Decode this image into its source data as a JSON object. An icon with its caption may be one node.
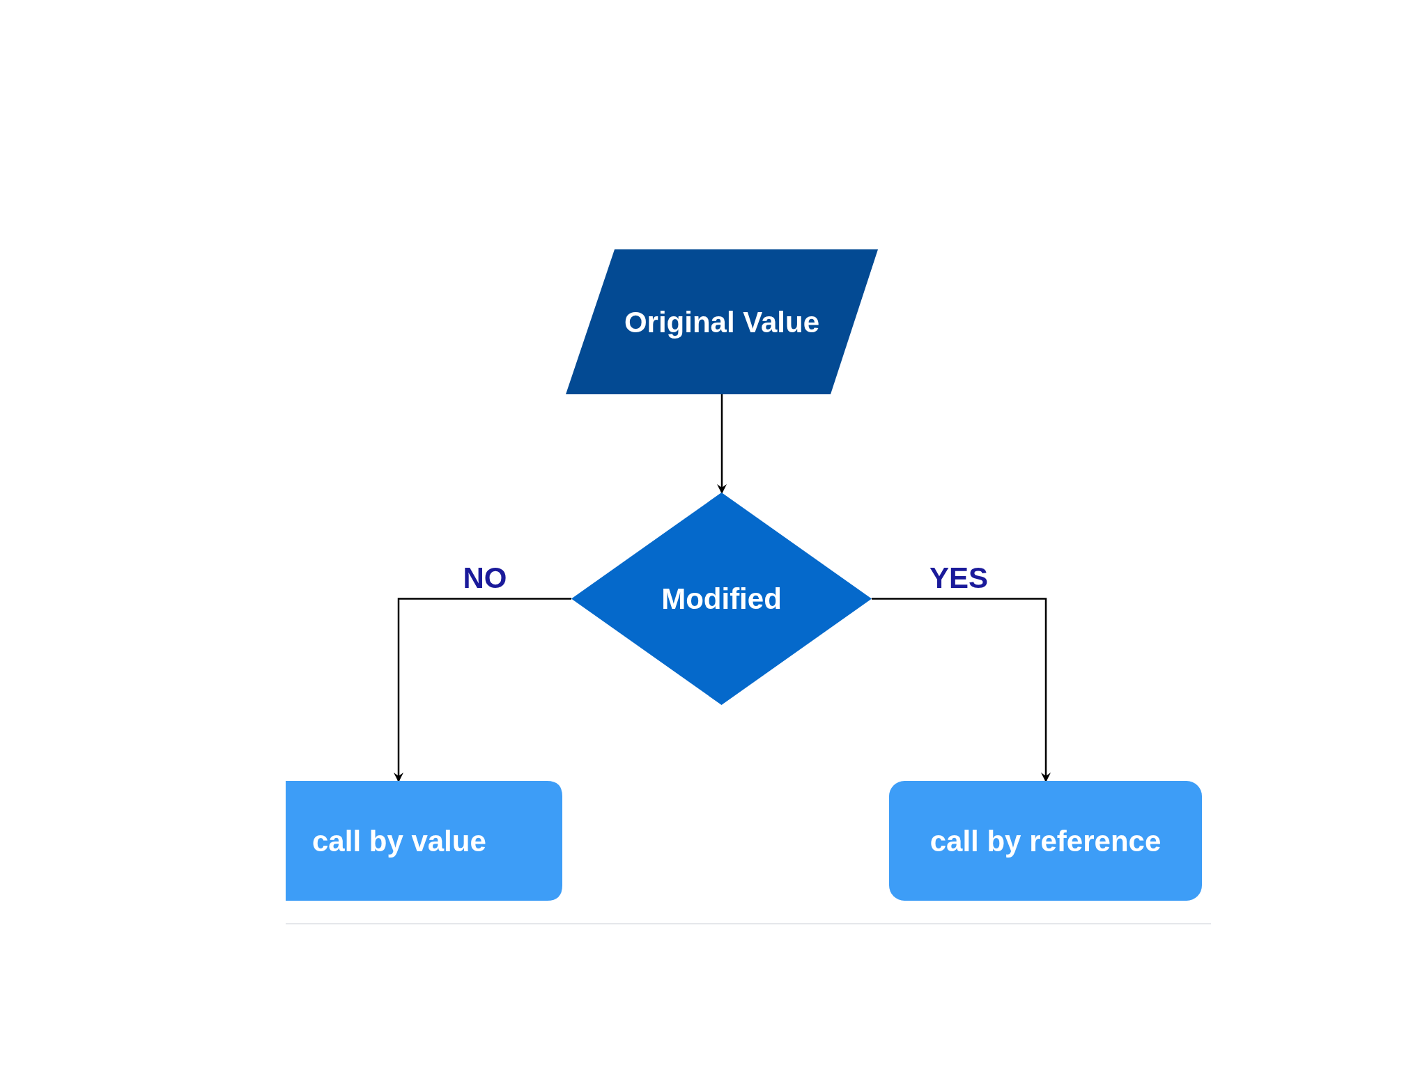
{
  "diagram": {
    "nodes": [
      {
        "text": [
          "Original Value"
        ]
      },
      {
        "text": [
          "Modified"
        ]
      },
      {
        "text": [
          "call by value"
        ]
      },
      {
        "text": [
          "call by reference"
        ]
      }
    ],
    "edges": [
      {
        "from": 0,
        "to": 1,
        "arrow": "to"
      },
      {
        "from": 1,
        "to": 2,
        "arrow": "to",
        "label": "NO"
      },
      {
        "from": 1,
        "to": 3,
        "arrow": "to",
        "label": "YES"
      }
    ]
  }
}
